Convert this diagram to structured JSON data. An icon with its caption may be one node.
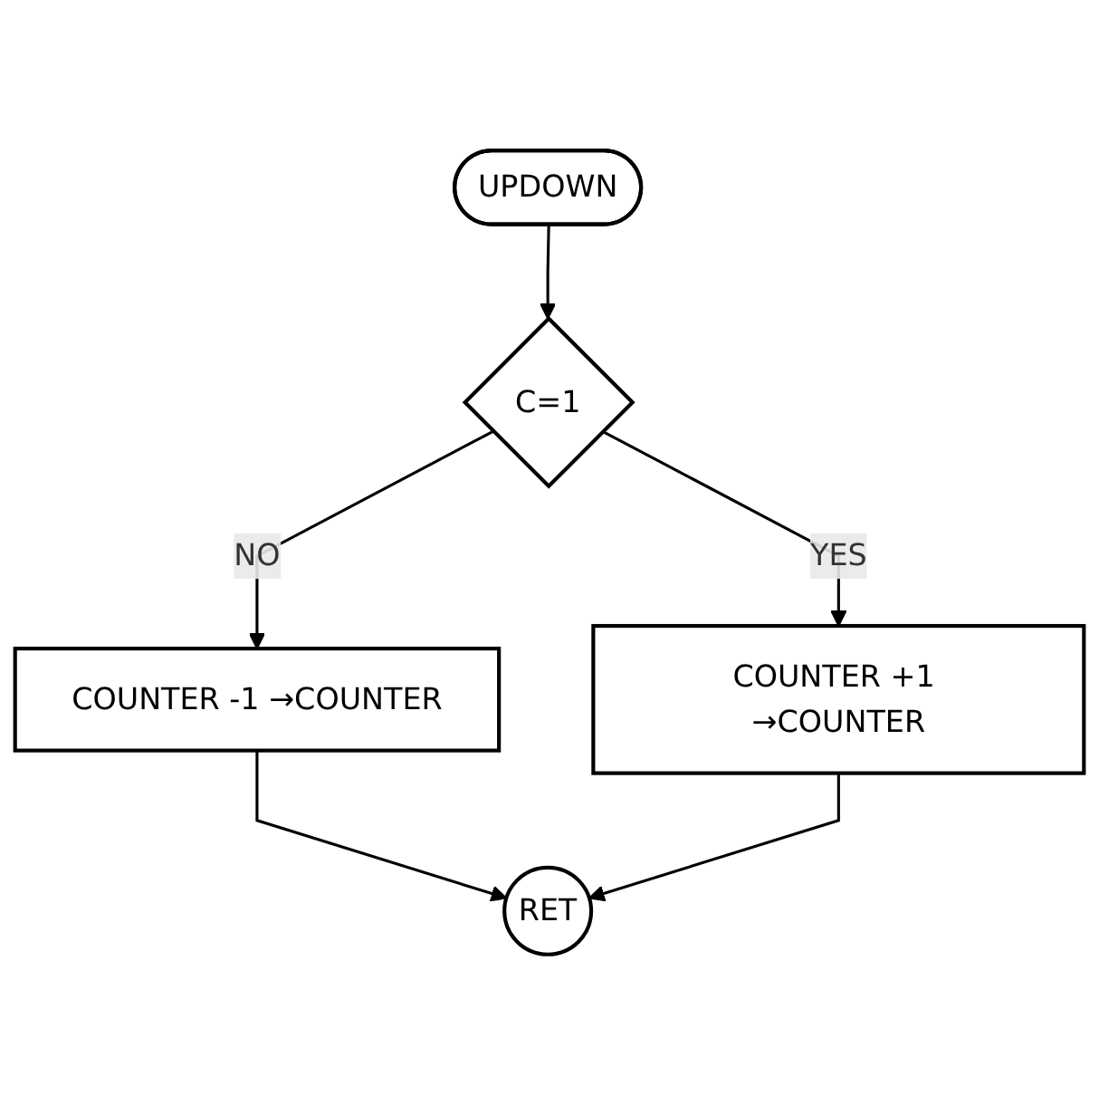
{
  "diagram": {
    "nodes": [
      {
        "text": [
          "UPDOWN"
        ]
      },
      {
        "text": [
          "C=1"
        ]
      },
      {
        "text": [
          "COUNTER +1 →COUNTER"
        ]
      },
      {
        "text": [
          "COUNTER -1 →COUNTER"
        ]
      },
      {
        "text": [
          "RET"
        ]
      }
    ],
    "edges": [
      {
        "from": 0,
        "to": 1,
        "arrow": "to"
      },
      {
        "from": 1,
        "to": 2,
        "label": "YES",
        "arrow": "to"
      },
      {
        "from": 1,
        "to": 3,
        "label": "NO",
        "arrow": "to"
      },
      {
        "from": 3,
        "to": 4,
        "arrow": "to"
      },
      {
        "from": 2,
        "to": 4,
        "arrow": "to"
      }
    ]
  }
}
